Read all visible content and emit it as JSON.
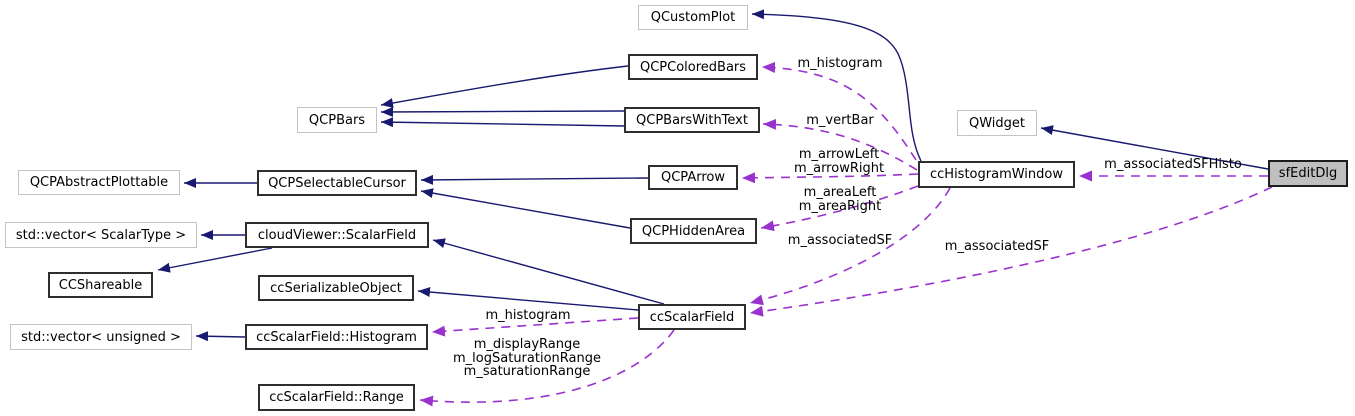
{
  "diagram": {
    "type": "doxygen-collaboration-graph",
    "colors": {
      "background": "#ffffff",
      "inheritance_edge": "#191970",
      "usage_edge": "#9a32cd",
      "node_fill": "#ffffff",
      "highlighted_node_fill": "#bfbfbf",
      "documented_node_border": "#2e2e2e",
      "external_node_border": "#c3c3c3"
    },
    "nodes": [
      {
        "id": "qcustomplot",
        "label": "QCustomPlot",
        "style": "external",
        "interactable": false
      },
      {
        "id": "qcpcoloredbars",
        "label": "QCPColoredBars",
        "style": "documented",
        "interactable": true
      },
      {
        "id": "qcpbars",
        "label": "QCPBars",
        "style": "external",
        "interactable": false
      },
      {
        "id": "qcpbarswithtext",
        "label": "QCPBarsWithText",
        "style": "documented",
        "interactable": true
      },
      {
        "id": "qwidget",
        "label": "QWidget",
        "style": "external",
        "interactable": false
      },
      {
        "id": "qcpabstractplottable",
        "label": "QCPAbstractPlottable",
        "style": "external",
        "interactable": false
      },
      {
        "id": "qcpselectablecursor",
        "label": "QCPSelectableCursor",
        "style": "documented",
        "interactable": true
      },
      {
        "id": "qcparrow",
        "label": "QCPArrow",
        "style": "documented",
        "interactable": true
      },
      {
        "id": "cchistogramwindow",
        "label": "ccHistogramWindow",
        "style": "documented",
        "interactable": true
      },
      {
        "id": "sfeditdlg",
        "label": "sfEditDlg",
        "style": "highlight",
        "interactable": false
      },
      {
        "id": "qcphiddenarea",
        "label": "QCPHiddenArea",
        "style": "documented",
        "interactable": true
      },
      {
        "id": "vector_scalartype",
        "label": "std::vector< ScalarType >",
        "style": "external",
        "interactable": false
      },
      {
        "id": "cloudviewer_scalarfield",
        "label": "cloudViewer::ScalarField",
        "style": "documented",
        "interactable": true
      },
      {
        "id": "ccshareable",
        "label": "CCShareable",
        "style": "documented",
        "interactable": true
      },
      {
        "id": "ccserializableobject",
        "label": "ccSerializableObject",
        "style": "documented",
        "interactable": true
      },
      {
        "id": "ccscalarfield",
        "label": "ccScalarField",
        "style": "documented",
        "interactable": true
      },
      {
        "id": "vector_unsigned",
        "label": "std::vector< unsigned >",
        "style": "external",
        "interactable": false
      },
      {
        "id": "ccscalarfield_histogram",
        "label": "ccScalarField::Histogram",
        "style": "documented",
        "interactable": true
      },
      {
        "id": "ccscalarfield_range",
        "label": "ccScalarField::Range",
        "style": "documented",
        "interactable": true
      }
    ],
    "edge_labels": [
      {
        "id": "m_histogram_top",
        "lines": [
          "m_histogram"
        ]
      },
      {
        "id": "m_vertBar",
        "lines": [
          "m_vertBar"
        ]
      },
      {
        "id": "m_arrows",
        "lines": [
          "m_arrowLeft",
          "m_arrowRight"
        ]
      },
      {
        "id": "m_areas",
        "lines": [
          "m_areaLeft",
          "m_areaRight"
        ]
      },
      {
        "id": "m_associatedSF_hw",
        "lines": [
          "m_associatedSF"
        ]
      },
      {
        "id": "m_associatedSF_dlg",
        "lines": [
          "m_associatedSF"
        ]
      },
      {
        "id": "m_associatedSFHisto",
        "lines": [
          "m_associatedSFHisto"
        ]
      },
      {
        "id": "m_histogram_sf",
        "lines": [
          "m_histogram"
        ]
      },
      {
        "id": "m_ranges",
        "lines": [
          "m_displayRange",
          "m_logSaturationRange",
          "m_saturationRange"
        ]
      }
    ],
    "edges": [
      {
        "id": "e_hist_qcustomplot",
        "from": "ccHistogramWindow",
        "to": "QCustomPlot",
        "type": "inheritance"
      },
      {
        "id": "e_colored_bars",
        "from": "QCPColoredBars",
        "to": "QCPBars",
        "type": "inheritance"
      },
      {
        "id": "e_bwt_bars_1",
        "from": "QCPBarsWithText",
        "to": "QCPBars",
        "type": "inheritance"
      },
      {
        "id": "e_bwt_bars_2",
        "from": "QCPBarsWithText",
        "to": "QCPBars",
        "type": "inheritance"
      },
      {
        "id": "e_cursor_plottable",
        "from": "QCPSelectableCursor",
        "to": "QCPAbstractPlottable",
        "type": "inheritance"
      },
      {
        "id": "e_arrow_cursor",
        "from": "QCPArrow",
        "to": "QCPSelectableCursor",
        "type": "inheritance"
      },
      {
        "id": "e_hidden_cursor",
        "from": "QCPHiddenArea",
        "to": "QCPSelectableCursor",
        "type": "inheritance"
      },
      {
        "id": "e_svf_vector",
        "from": "cloudViewer::ScalarField",
        "to": "std::vector< ScalarType >",
        "type": "inheritance"
      },
      {
        "id": "e_svf_ccshareable",
        "from": "cloudViewer::ScalarField",
        "to": "CCShareable",
        "type": "inheritance"
      },
      {
        "id": "e_ccsf_svf",
        "from": "ccScalarField",
        "to": "cloudViewer::ScalarField",
        "type": "inheritance"
      },
      {
        "id": "e_ccsf_serializable",
        "from": "ccScalarField",
        "to": "ccSerializableObject",
        "type": "inheritance"
      },
      {
        "id": "e_histo_vector",
        "from": "ccScalarField::Histogram",
        "to": "std::vector< unsigned >",
        "type": "inheritance"
      },
      {
        "id": "e_sfedit_qwidget",
        "from": "sfEditDlg",
        "to": "QWidget",
        "type": "inheritance"
      },
      {
        "id": "u_histogram_top",
        "from": "ccHistogramWindow",
        "to": "QCPColoredBars",
        "type": "usage",
        "label": "m_histogram_top"
      },
      {
        "id": "u_vertbar",
        "from": "ccHistogramWindow",
        "to": "QCPBarsWithText",
        "type": "usage",
        "label": "m_vertBar"
      },
      {
        "id": "u_arrow",
        "from": "ccHistogramWindow",
        "to": "QCPArrow",
        "type": "usage",
        "label": "m_arrows"
      },
      {
        "id": "u_area",
        "from": "ccHistogramWindow",
        "to": "QCPHiddenArea",
        "type": "usage",
        "label": "m_areas"
      },
      {
        "id": "u_assoc1",
        "from": "ccHistogramWindow",
        "to": "ccScalarField",
        "type": "usage",
        "label": "m_associatedSF_hw"
      },
      {
        "id": "u_assoc2",
        "from": "sfEditDlg",
        "to": "ccScalarField",
        "type": "usage",
        "label": "m_associatedSF_dlg"
      },
      {
        "id": "u_assoc_histo",
        "from": "sfEditDlg",
        "to": "ccHistogramWindow",
        "type": "usage",
        "label": "m_associatedSFHisto"
      },
      {
        "id": "u_histogram_bottom",
        "from": "ccScalarField",
        "to": "ccScalarField::Histogram",
        "type": "usage",
        "label": "m_histogram_sf"
      },
      {
        "id": "u_ranges",
        "from": "ccScalarField",
        "to": "ccScalarField::Range",
        "type": "usage",
        "label": "m_ranges"
      }
    ]
  }
}
